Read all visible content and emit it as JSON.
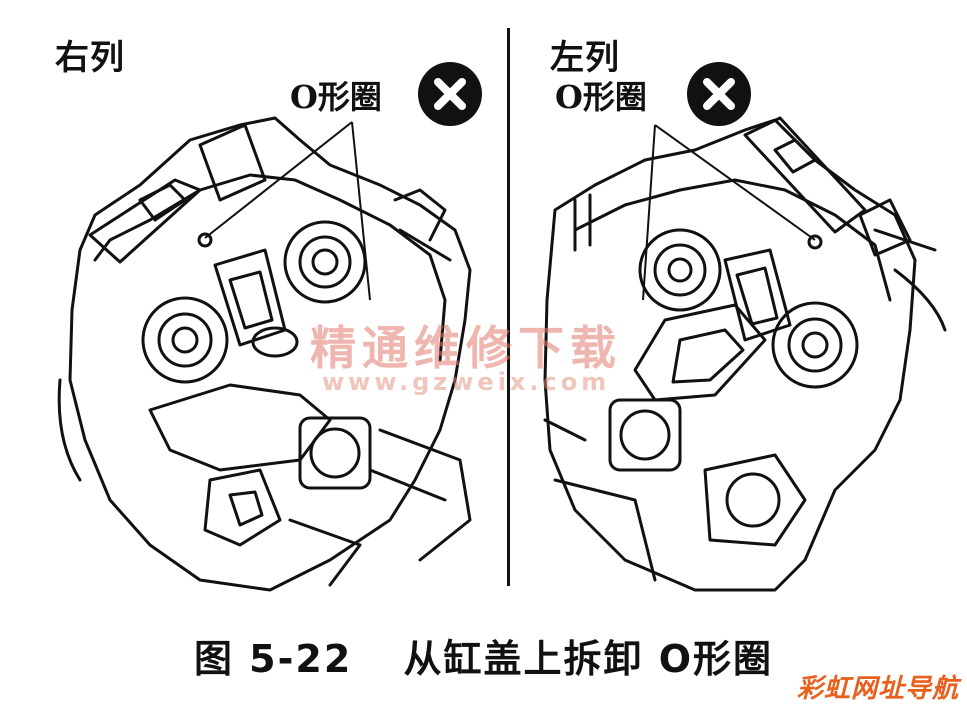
{
  "panels": {
    "left": {
      "side_label": "右列",
      "oring_label": "O形圈"
    },
    "right": {
      "side_label": "左列",
      "oring_label": "O形圈"
    }
  },
  "caption": {
    "figure_number": "图 5-22",
    "title": "从缸盖上拆卸 O形圈"
  },
  "watermark": {
    "text": "精通维修下载",
    "url": "www.gzweix.com"
  },
  "site_badge": "彩虹网址导航",
  "icons": {
    "prohibited": "x-circle-icon"
  },
  "colors": {
    "line": "#111111",
    "watermark": "#e1786e",
    "badge": "#e8601c"
  }
}
